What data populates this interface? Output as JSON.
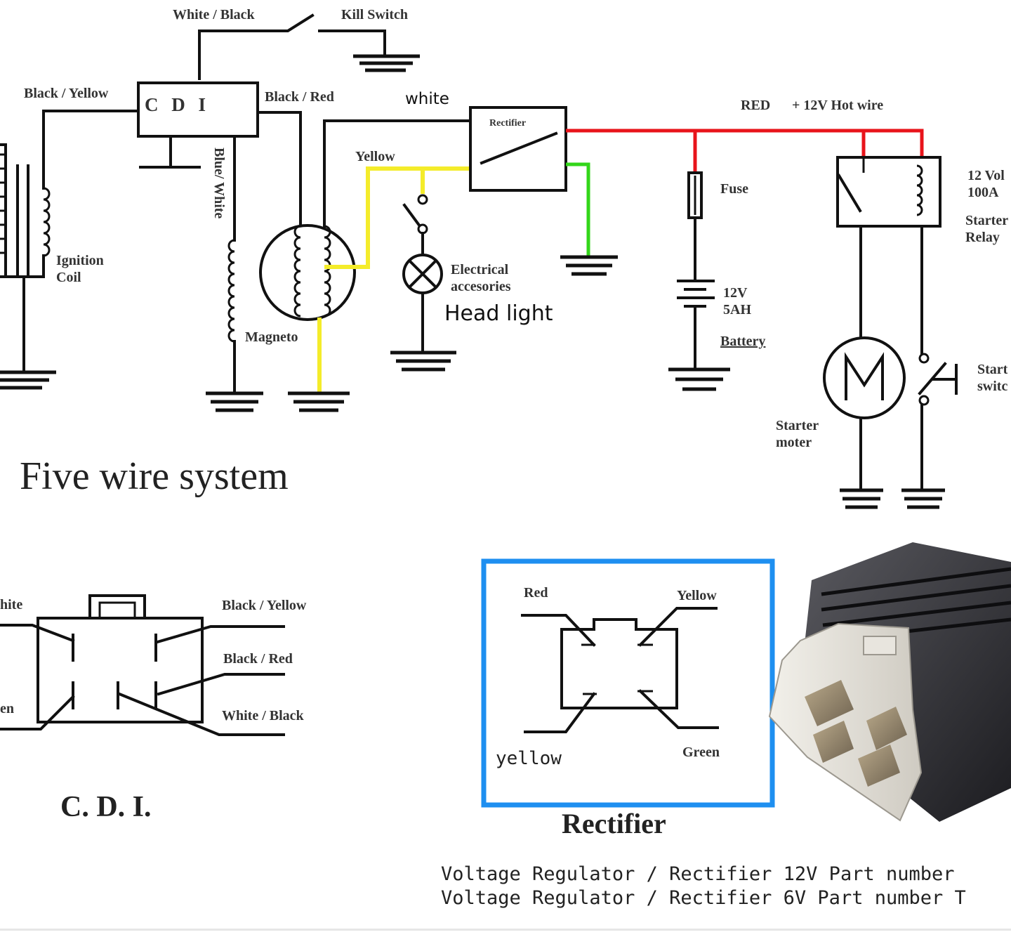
{
  "title": "Five wire system",
  "labels": {
    "white_black_top": "White / Black",
    "kill_switch": "Kill Switch",
    "black_yellow": "Black / Yellow",
    "cdi_box": "C D I",
    "black_red": "Black / Red",
    "white": "white",
    "rectifier_box": "Rectifier",
    "red_hot": "RED",
    "plus12v_hot": "+ 12V  Hot wire",
    "yellow": "Yellow",
    "blue_white": "Blue/ White",
    "fuse": "Fuse",
    "relay_line1": "12 Vol",
    "relay_line2": "100A",
    "relay_line3": "Starter",
    "relay_line4": "Relay",
    "ignition_line1": "Ignition",
    "ignition_line2": "Coil",
    "electrical_line1": "Electrical",
    "electrical_line2": "accesories",
    "head_light": "Head light",
    "battery_line1": "12V",
    "battery_line2": "5AH",
    "battery": "Battery",
    "magneto": "Magneto",
    "start_line1": "Start",
    "start_line2": "switc",
    "starter_line1": "Starter",
    "starter_line2": "moter"
  },
  "cdi_detail": {
    "caption": "C. D. I.",
    "left_top": "hite",
    "left_bottom": "en",
    "right_1": "Black / Yellow",
    "right_2": "Black / Red",
    "right_3": "White / Black"
  },
  "rectifier_detail": {
    "caption": "Rectifier",
    "red": "Red",
    "yellow_top": "Yellow",
    "yellow_bottom": "yellow",
    "green": "Green",
    "highlight_color": "#1e8ff0"
  },
  "footer": {
    "line1": "Voltage Regulator / Rectifier 12V Part number",
    "line2": "Voltage Regulator / Rectifier 6V Part number T"
  },
  "colors": {
    "red_wire": "#e8141b",
    "yellow_wire": "#f4ec2a",
    "green_wire": "#33d61a"
  }
}
